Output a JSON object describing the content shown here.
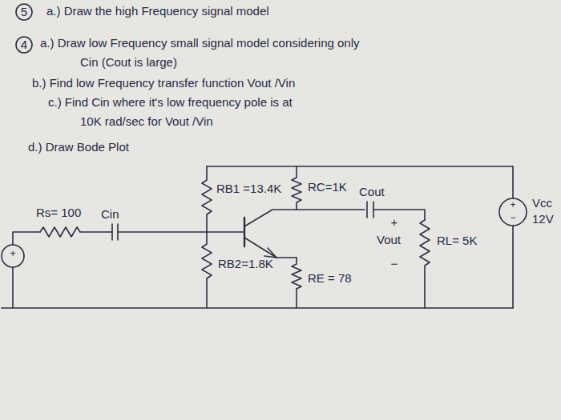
{
  "diagram": {
    "labels": [
      "5",
      "a.) Draw the high Frequency signal model",
      "4",
      "a.) Draw low Frequency small signal model considering only",
      "Cin (Cout is large)",
      "b.) Find low Frequency transfer function Vout /Vin",
      "c.) Find Cin where it's low frequency pole is at",
      "10K rad/sec for Vout /Vin",
      "d.) Draw Bode Plot",
      "Rs= 100",
      "Cin",
      "RB1 =13.4K",
      "RC=1K",
      "Cout",
      "+",
      "−",
      "Vcc",
      "12V",
      "+",
      "Vout",
      "−",
      "RL= 5K",
      "RB2=1.8K",
      "RE = 78",
      "+"
    ]
  }
}
